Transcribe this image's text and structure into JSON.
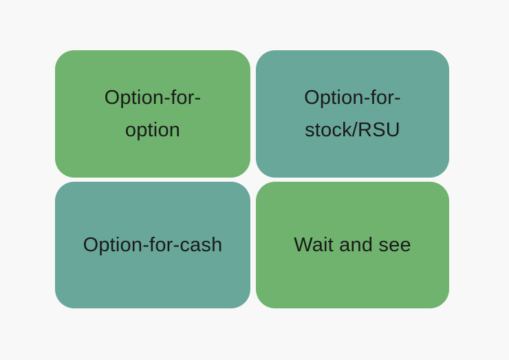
{
  "page": {
    "background_color": "#f8f8f8",
    "text_color": "#1a1a1a"
  },
  "matrix": {
    "type": "2x2-matrix-diagram",
    "colors": {
      "green": "#6fb36e",
      "teal": "#68a79a"
    },
    "cells": [
      {
        "label": "Option-for-\noption",
        "fill": "#6fb36e",
        "row": 0,
        "col": 0
      },
      {
        "label": "Option-for-\nstock/RSU",
        "fill": "#68a79a",
        "row": 0,
        "col": 1
      },
      {
        "label": "Option-for-cash",
        "fill": "#68a79a",
        "row": 1,
        "col": 0
      },
      {
        "label": "Wait and see",
        "fill": "#6fb36e",
        "row": 1,
        "col": 1
      }
    ]
  }
}
